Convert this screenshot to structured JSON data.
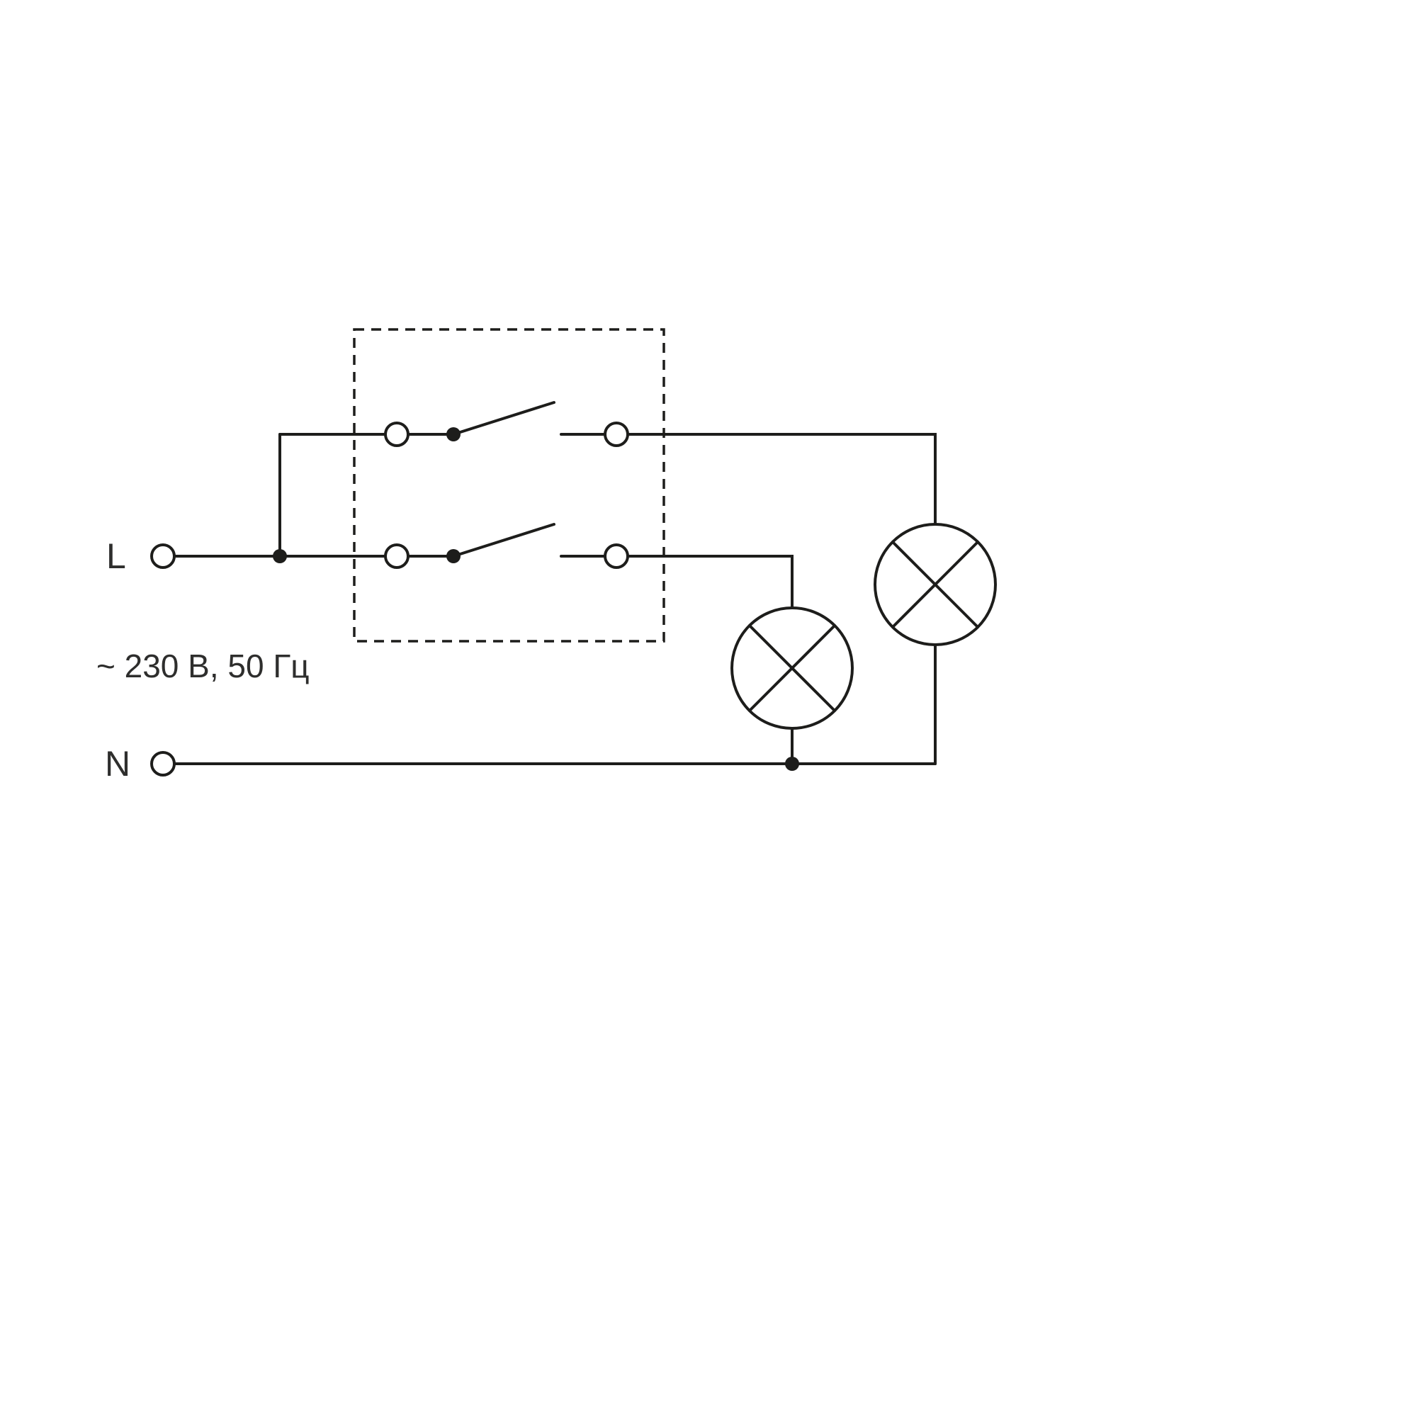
{
  "diagram": {
    "type": "wiring-schematic",
    "labels": {
      "line": "L",
      "neutral": "N",
      "rating": "~ 230 В, 50 Гц"
    },
    "colors": {
      "stroke": "#1d1d1b",
      "background": "#ffffff",
      "text": "#2e2e2d"
    },
    "components": {
      "switch_unit": "two-gang switch in dashed enclosure",
      "switches": [
        "switch-1",
        "switch-2"
      ],
      "lamps": [
        "lamp-1",
        "lamp-2"
      ],
      "terminals": [
        "line-terminal",
        "neutral-terminal",
        "switch-terminals"
      ]
    }
  }
}
